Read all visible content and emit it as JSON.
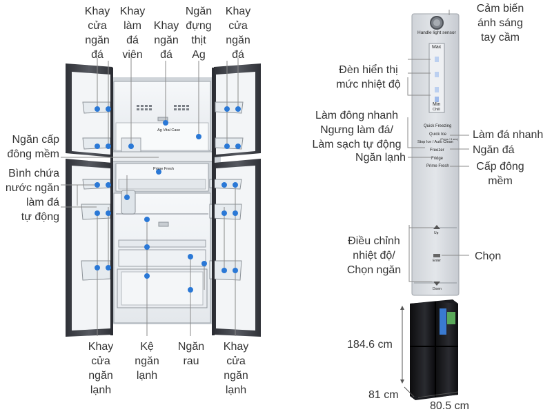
{
  "fridge_labels": {
    "top": [
      {
        "id": "khay-cua-ngan-da-1",
        "lines": [
          "Khay",
          "cửa",
          "ngăn",
          "đá"
        ]
      },
      {
        "id": "khay-lam-da-vien",
        "lines": [
          "Khay",
          "làm",
          "đá",
          "viên"
        ]
      },
      {
        "id": "khay-ngan-da",
        "lines": [
          "Khay",
          "ngăn",
          "đá"
        ]
      },
      {
        "id": "ngan-dung-thit-ag",
        "lines": [
          "Ngăn",
          "đựng",
          "thịt",
          "Ag"
        ]
      },
      {
        "id": "khay-cua-ngan-da-2",
        "lines": [
          "Khay",
          "cửa",
          "ngăn",
          "đá"
        ]
      }
    ],
    "left": [
      {
        "id": "ngan-cap-dong-mem",
        "lines": [
          "Ngăn cấp",
          "đông mềm"
        ]
      },
      {
        "id": "binh-chua-nuoc",
        "lines": [
          "Bình chứa",
          "nước ngăn",
          "làm đá",
          "tự động"
        ]
      }
    ],
    "bottom": [
      {
        "id": "khay-cua-ngan-lanh-1",
        "lines": [
          "Khay",
          "cửa",
          "ngăn",
          "lạnh"
        ]
      },
      {
        "id": "ke-ngan-lanh",
        "lines": [
          "Kệ",
          "ngăn",
          "lạnh"
        ]
      },
      {
        "id": "ngan-rau",
        "lines": [
          "Ngăn",
          "rau"
        ]
      },
      {
        "id": "khay-cua-ngan-lanh-2",
        "lines": [
          "Khay",
          "cửa",
          "ngăn",
          "lạnh"
        ]
      }
    ]
  },
  "fridge_print": {
    "ag_vital_case": "Ag Vital Case",
    "prime_fresh": "Prime Fresh"
  },
  "panel_labels": {
    "cam_bien": [
      "Cảm biến",
      "ánh sáng",
      "tay cầm"
    ],
    "den_hien_thi": [
      "Đèn hiển thị",
      "mức nhiệt độ"
    ],
    "lam_dong_nhanh": [
      "Làm đông nhanh",
      "Ngưng làm đá/",
      "Làm sạch tự động"
    ],
    "ngan_lanh": "Ngăn lạnh",
    "lam_da_nhanh": "Làm đá nhanh",
    "ngan_da": "Ngăn đá",
    "cap_dong_mem": [
      "Cấp đông",
      "mềm"
    ],
    "dieu_chinh": [
      "Điều chỉnh",
      "nhiệt độ/",
      "Chọn ngăn"
    ],
    "chon": "Chọn"
  },
  "panel_print": {
    "handle_light_sensor": "Handle light sensor",
    "max": "Max",
    "min": "Min",
    "chill": "Chill",
    "quick_freezing": "Quick Freezing",
    "quick_ice": "Quick Ice",
    "stop_ice_auto_clean": "Stop Ice / Auto Clean",
    "press_3sec": "(Press / 3 sec)",
    "freezer": "Freezer",
    "fridge": "Fridge",
    "prime_fresh": "Prime Fresh",
    "up": "Up",
    "enter": "Enter",
    "down": "Down"
  },
  "dimensions": {
    "height": "184.6 cm",
    "depth": "81 cm",
    "width": "80.5 cm"
  },
  "colors": {
    "dot": "#2a78d6",
    "leader": "#8a8a8a",
    "text": "#333333",
    "fridge_dark": "#3d3f46",
    "interior": "#eef1f4",
    "panel": "#d9dde2"
  }
}
